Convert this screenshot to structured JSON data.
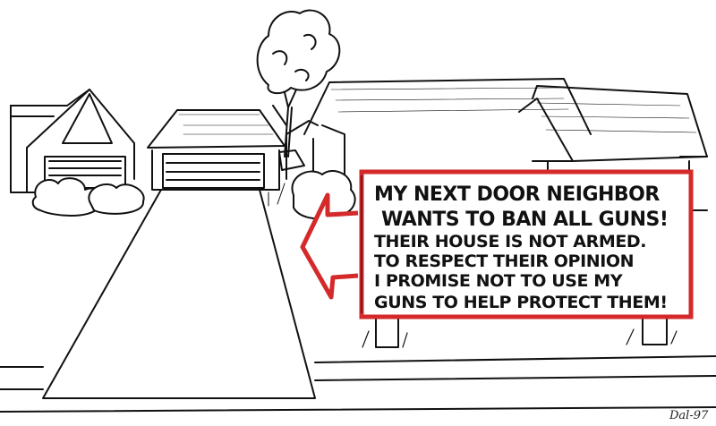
{
  "sign": {
    "lines": [
      "MY NEXT DOOR NEIGHBOR",
      "WANTS TO BAN ALL GUNS!",
      "THEIR HOUSE IS NOT ARMED.",
      "TO RESPECT THEIR OPINION",
      "I PROMISE NOT TO USE MY",
      "GUNS TO HELP PROTECT THEM!"
    ],
    "border_color": "#d42a2a",
    "arrow_color": "#d42a2a"
  },
  "artist_signature": "Dal-97"
}
